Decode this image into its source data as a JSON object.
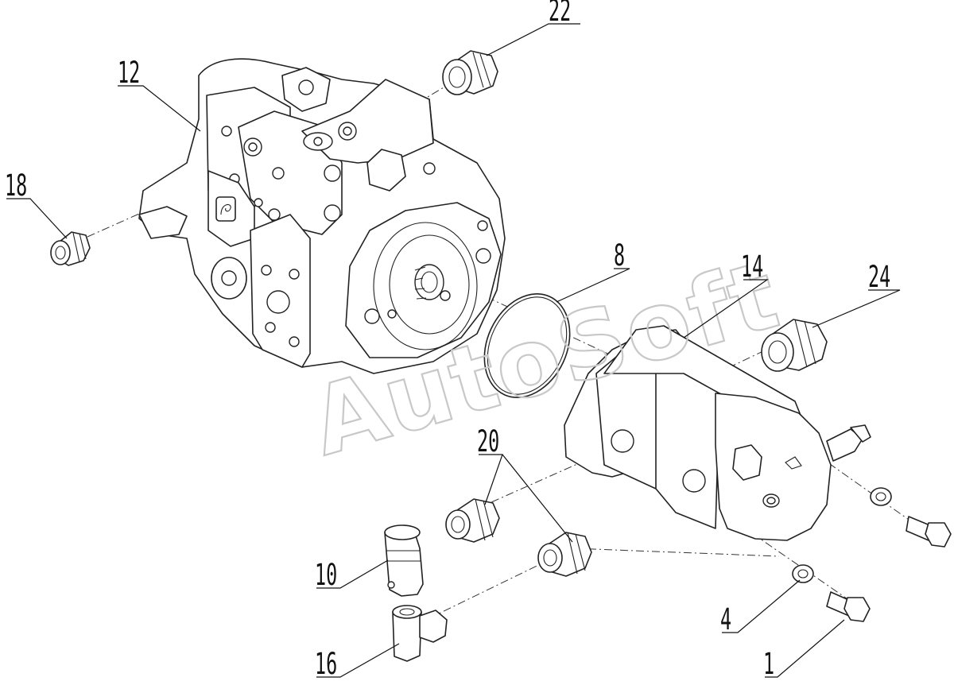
{
  "watermark": "AutoSoft",
  "callouts": [
    {
      "id": "c22",
      "label": "22"
    },
    {
      "id": "c12",
      "label": "12"
    },
    {
      "id": "c18",
      "label": "18"
    },
    {
      "id": "c8",
      "label": "8"
    },
    {
      "id": "c14",
      "label": "14"
    },
    {
      "id": "c24",
      "label": "24"
    },
    {
      "id": "c20",
      "label": "20"
    },
    {
      "id": "c10",
      "label": "10"
    },
    {
      "id": "c16",
      "label": "16"
    },
    {
      "id": "c4",
      "label": "4"
    },
    {
      "id": "c1",
      "label": "1"
    }
  ]
}
